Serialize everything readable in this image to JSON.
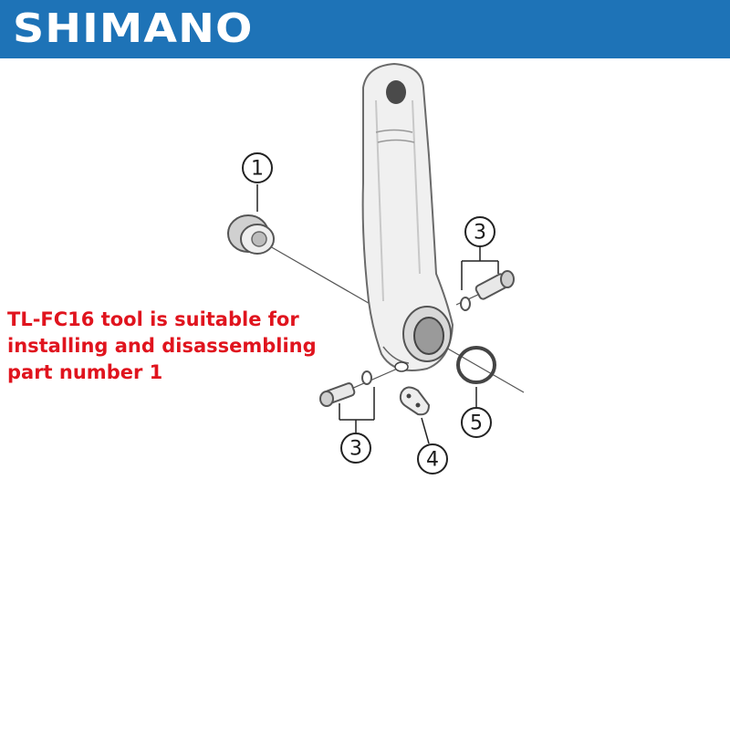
{
  "header": {
    "brand_logo": "SHIMANO",
    "bg_color": "#1e73b7"
  },
  "note": {
    "lines": [
      "TL-FC16 tool is suitable for",
      "installing and disassembling",
      "part number 1"
    ],
    "color": "#e0141e"
  },
  "callouts": [
    "1",
    "3",
    "3",
    "4",
    "5"
  ]
}
